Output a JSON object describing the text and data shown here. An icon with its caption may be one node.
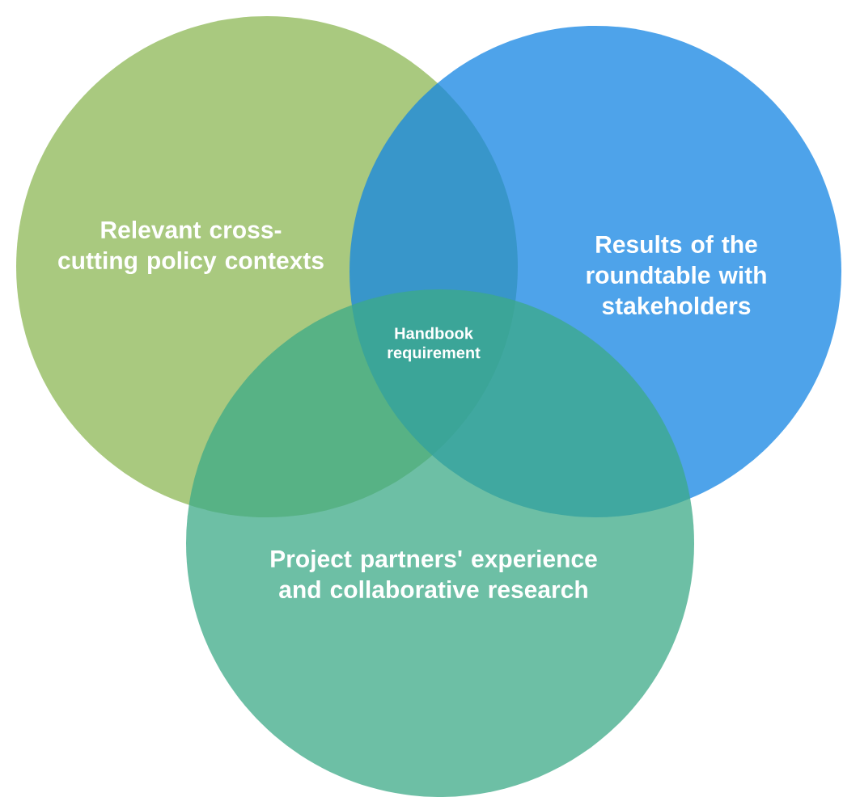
{
  "diagram": {
    "nodes": [
      {
        "text": [
          "Relevant cross-cutting policy contexts"
        ]
      },
      {
        "text": [
          "Results of the roundtable with stakeholders"
        ]
      },
      {
        "text": [
          "Project partners' experience and collaborative research"
        ]
      }
    ],
    "labels": [
      "Handbook requirement"
    ]
  }
}
